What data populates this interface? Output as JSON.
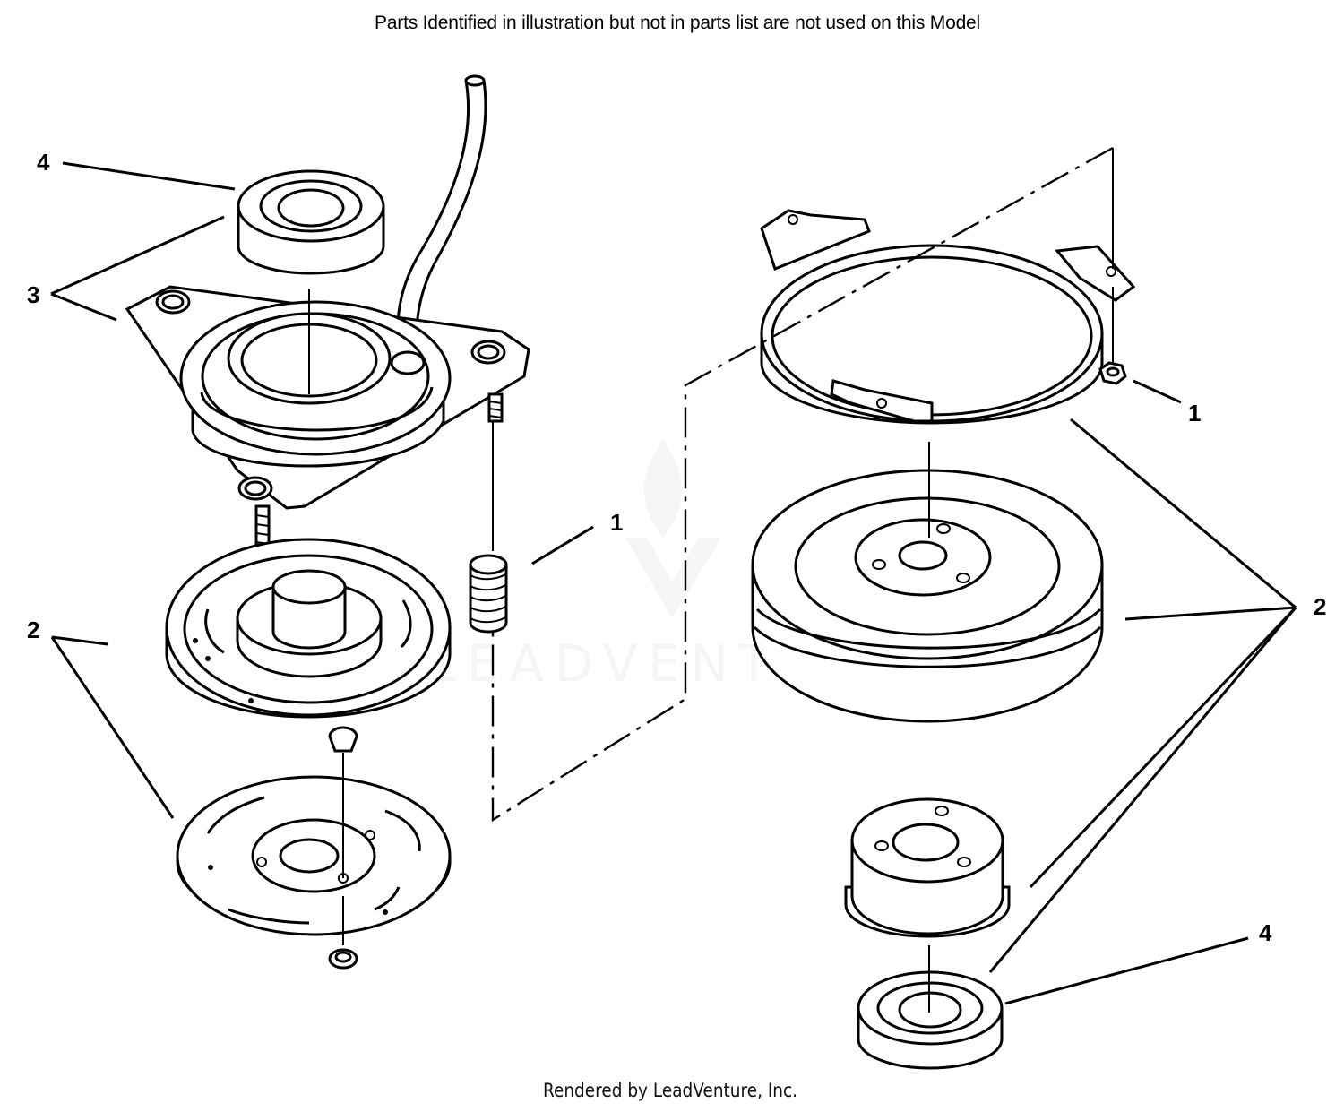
{
  "header": {
    "note": "Parts Identified  in illustration but not in parts list are not used on this Model"
  },
  "footer": {
    "credit": "Rendered by LeadVenture, Inc."
  },
  "watermark": {
    "text": "LEADVENTURE"
  },
  "callouts": {
    "c1": "4",
    "c2": "3",
    "c3": "2",
    "c4": "1",
    "c5": "1",
    "c6": "2",
    "c7": "4"
  },
  "colors": {
    "ink": "#000000",
    "paper": "#ffffff",
    "watermark": "#eeeeee"
  }
}
